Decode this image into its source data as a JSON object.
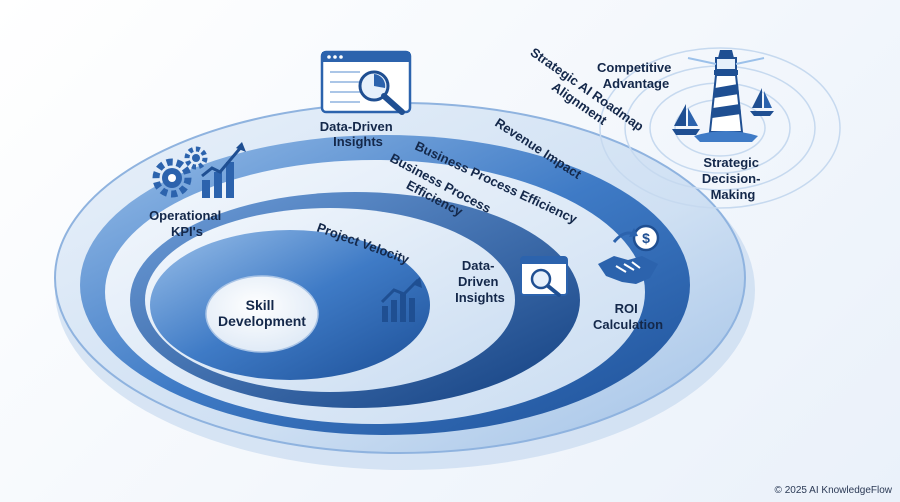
{
  "labels": {
    "core": [
      "Skill",
      "Development"
    ],
    "project_velocity": "Project Velocity",
    "bpe_inner": [
      "Business Process",
      "Efficiency"
    ],
    "ddi_inner": [
      "Data-",
      "Driven",
      "Insights"
    ],
    "bpe_outer": "Business Process Efficiency",
    "revenue_impact": "Revenue Impact",
    "roadmap": [
      "Strategic AI Roadmap",
      "Alignment"
    ],
    "ddi_top": [
      "Data-Driven",
      "Insights"
    ],
    "operational_kpis": [
      "Operational",
      "KPI's"
    ],
    "roi": [
      "ROI",
      "Calculation"
    ],
    "competitive": [
      "Competitive",
      "Advantage"
    ],
    "strategic_decision": [
      "Strategic",
      "Decision-",
      "Making"
    ]
  },
  "footer": "© 2025 AI KnowledgeFlow",
  "icons": [
    "dashboard-magnifier-icon",
    "gear-chart-icon",
    "growth-chart-icon",
    "handshake-dollar-icon",
    "lighthouse-icon",
    "sailboat-icon"
  ],
  "colors": {
    "dark_blue": "#1f5aa6",
    "mid_blue": "#5d92d3",
    "light_blue": "#dce9f7",
    "text": "#14284a"
  }
}
